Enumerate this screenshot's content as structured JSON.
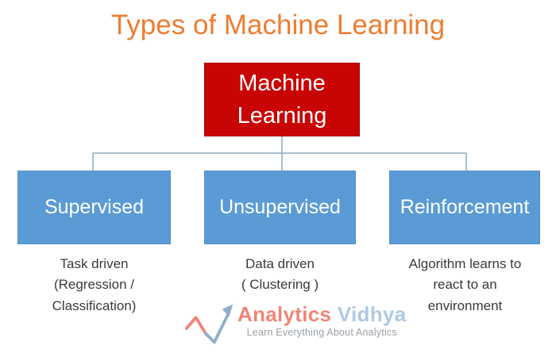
{
  "title": "Types of Machine Learning",
  "colors": {
    "title": "#ED7D31",
    "root_box": "#C90404",
    "child_box": "#5B9BD5",
    "connector": "#8FA8C0",
    "logo_primary": "#F08577",
    "logo_secondary": "#AFC9E4"
  },
  "root": {
    "label": "Machine\nLearning"
  },
  "children": [
    {
      "label": "Supervised",
      "description": "Task driven\n(Regression /\nClassification)"
    },
    {
      "label": "Unsupervised",
      "description": "Data driven\n( Clustering )"
    },
    {
      "label": "Reinforcement",
      "description": "Algorithm learns to\nreact to an\nenvironment"
    }
  ],
  "logo": {
    "icon": "trend-arrow-icon",
    "name_part1": "Analytics",
    "name_part2": "Vidhya",
    "tagline": "Learn Everything About Analytics"
  }
}
